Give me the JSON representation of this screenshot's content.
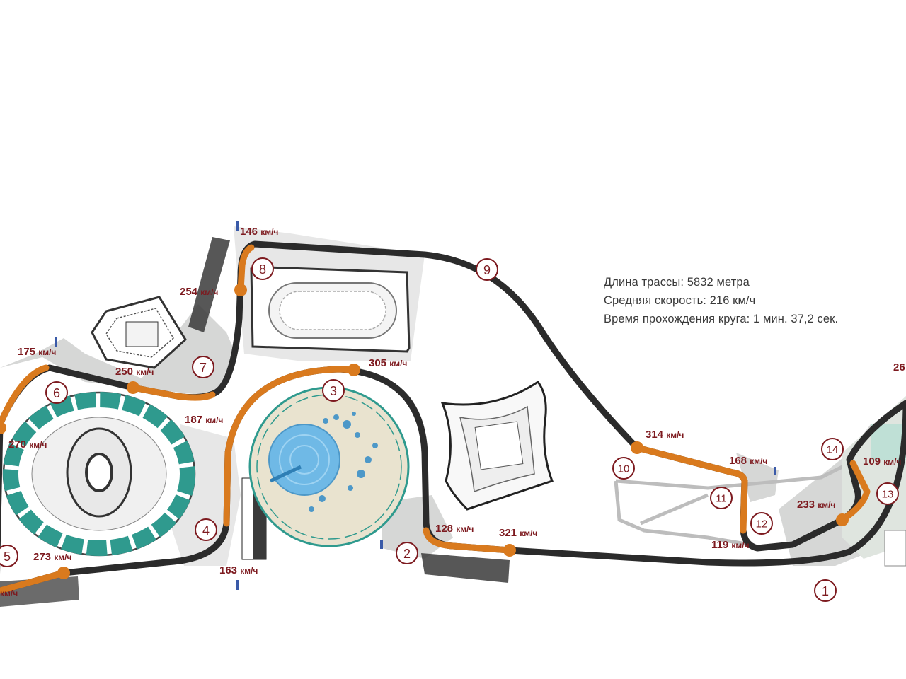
{
  "info": {
    "length": "Длина трассы: 5832 метра",
    "avg_speed": "Средняя скорость: 216 км/ч",
    "lap_time": "Время прохождения круга: 1 мин. 37,2 сек."
  },
  "unit": "км/ч",
  "turns": [
    "1",
    "2",
    "3",
    "4",
    "5",
    "6",
    "7",
    "8",
    "9",
    "10",
    "11",
    "12",
    "13",
    "14"
  ],
  "speeds": {
    "s146": "146",
    "s254": "254",
    "s175": "175",
    "s250": "250",
    "s305": "305",
    "s187": "187",
    "s270": "270",
    "s314": "314",
    "s168": "168",
    "s26x": "26",
    "s109": "109",
    "s233": "233",
    "s128": "128",
    "s321": "321",
    "s119": "119",
    "s273": "273",
    "s163": "163"
  },
  "colors": {
    "track": "#2b2b2b",
    "braking": "#d97a1e",
    "label": "#7d1a1f",
    "teal": "#2f9a8e",
    "water": "#5aa9dc"
  }
}
